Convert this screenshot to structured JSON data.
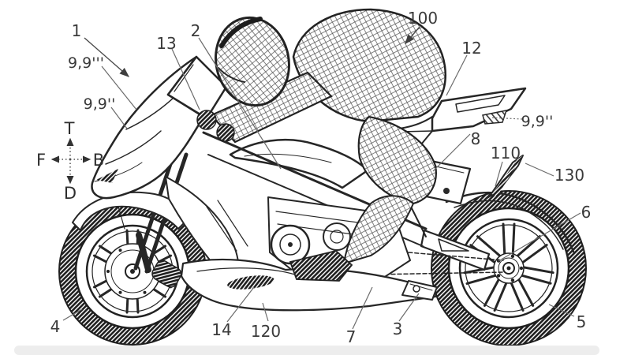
{
  "figure": {
    "kind": "patent-line-drawing",
    "background_color": "#ffffff",
    "line_color": "#262626",
    "label_color": "#3a3a3a",
    "leader_color": "#6b6b6b",
    "bottom_bar_color": "#ededed"
  },
  "axis": {
    "top": "T",
    "bottom": "D",
    "left": "F",
    "right": "B"
  },
  "labels": [
    {
      "id": "1",
      "text": "1"
    },
    {
      "id": "9-9-3",
      "text": "9,9'''"
    },
    {
      "id": "9-9-2L",
      "text": "9,9''"
    },
    {
      "id": "13",
      "text": "13"
    },
    {
      "id": "2",
      "text": "2"
    },
    {
      "id": "100",
      "text": "100"
    },
    {
      "id": "12",
      "text": "12"
    },
    {
      "id": "9-9-2R",
      "text": "9,9''"
    },
    {
      "id": "8",
      "text": "8"
    },
    {
      "id": "110",
      "text": "110"
    },
    {
      "id": "130",
      "text": "130"
    },
    {
      "id": "6",
      "text": "6"
    },
    {
      "id": "5",
      "text": "5"
    },
    {
      "id": "4",
      "text": "4"
    },
    {
      "id": "14",
      "text": "14"
    },
    {
      "id": "120",
      "text": "120"
    },
    {
      "id": "7",
      "text": "7"
    },
    {
      "id": "3",
      "text": "3"
    }
  ]
}
